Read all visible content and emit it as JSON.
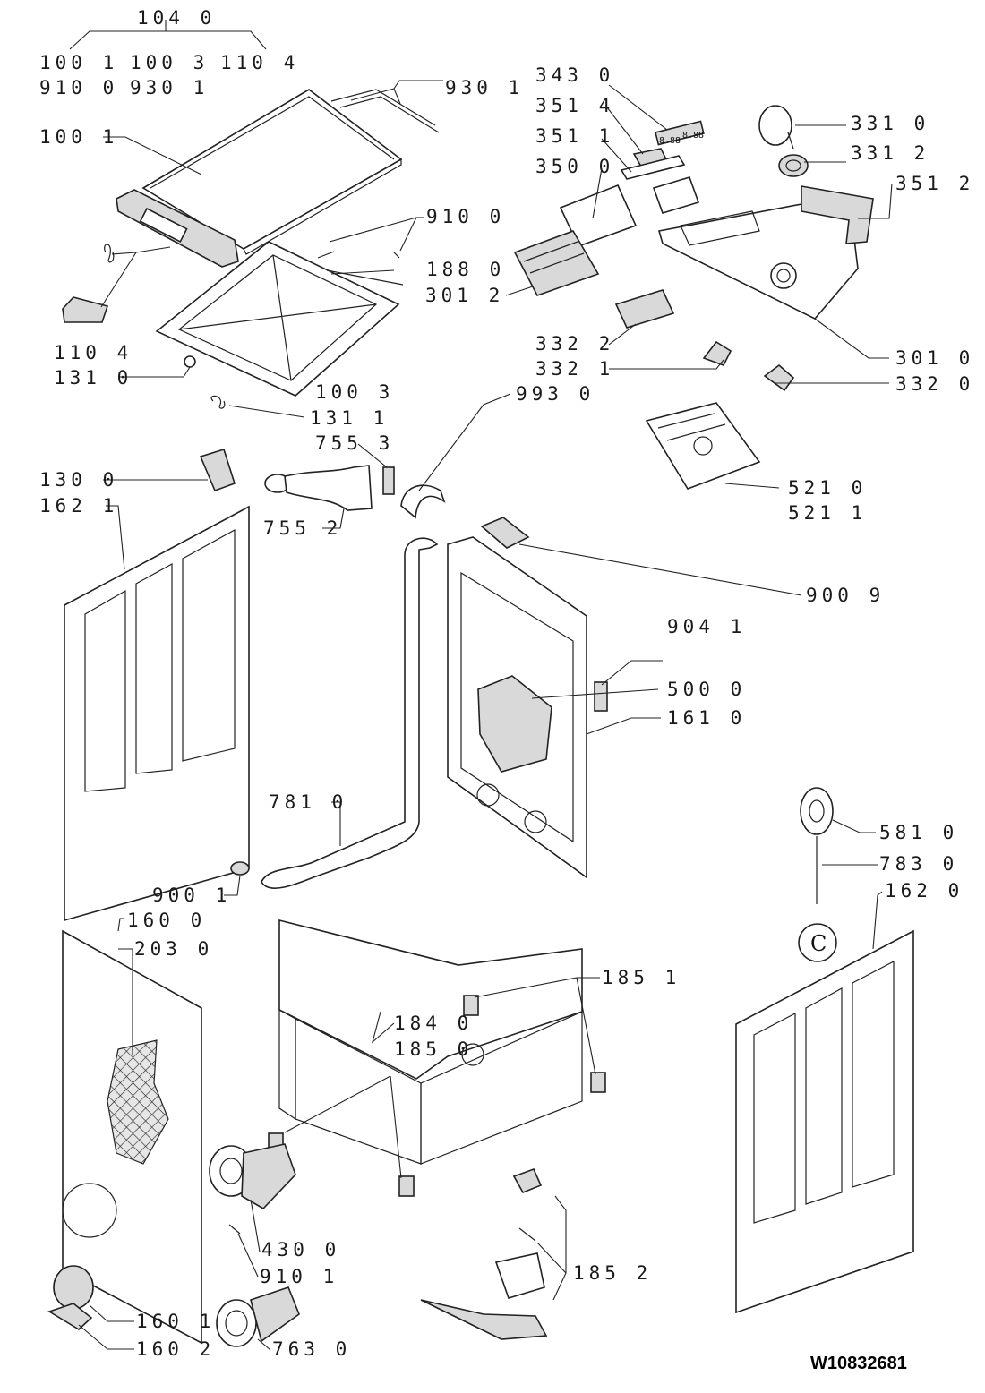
{
  "labels": {
    "l1040": "104 0",
    "l1001a": "100 1",
    "l1003a": "100 3",
    "l1104a": "110 4",
    "l9100a": "910 0",
    "l9301a": "930 1",
    "l9301b": "930 1",
    "l1001b": "100 1",
    "l9100b": "910 0",
    "l1880": "188 0",
    "l1104b": "110 4",
    "l1310": "131 0",
    "l1003b": "100 3",
    "l1311": "131 1",
    "l7553": "755 3",
    "l3430": "343 0",
    "l3514": "351 4",
    "l3511": "351 1",
    "l3500": "350 0",
    "l3012a": "301 2",
    "l3322": "332 2",
    "l3321": "332 1",
    "l9930": "993 0",
    "l3310": "331 0",
    "l3312": "331 2",
    "l3512": "351 2",
    "l3010": "301 0",
    "l3320": "332 0",
    "l5210": "521 0",
    "l5211": "521 1",
    "l1300": "130 0",
    "l1621": "162 1",
    "l7552": "755 2",
    "l9009": "900 9",
    "l9041": "904 1",
    "l5000": "500 0",
    "l1610": "161 0",
    "l7810": "781 0",
    "l5810": "581 0",
    "l7830": "783 0",
    "l1620": "162 0",
    "l9001": "900 1",
    "l1600": "160 0",
    "l2030": "203 0",
    "l1851": "185 1",
    "l1840": "184 0",
    "l1850": "185 0",
    "l1852": "185 2",
    "l4300": "430 0",
    "l9101": "910 1",
    "l1601": "160 1",
    "l1602": "160 2",
    "l7630": "763 0"
  },
  "display_text": "8.88",
  "clip_letter": "C",
  "document_id": "W10832681"
}
